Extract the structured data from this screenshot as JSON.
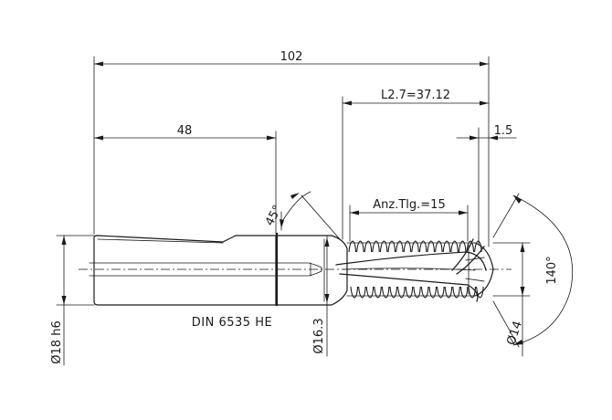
{
  "dimensions": {
    "overall_length": "102",
    "shank_length": "48",
    "cutting_length": "L2.7=37.12",
    "tip_length": "1.5",
    "chamfer_angle": "45°",
    "thread_count": "Anz.Tlg.=15",
    "shank_diameter": "Ø18 h6",
    "neck_diameter": "Ø16.3",
    "tip_diameter": "Ø14",
    "point_angle": "140°"
  },
  "labels": {
    "standard": "DIN 6535 HE"
  }
}
